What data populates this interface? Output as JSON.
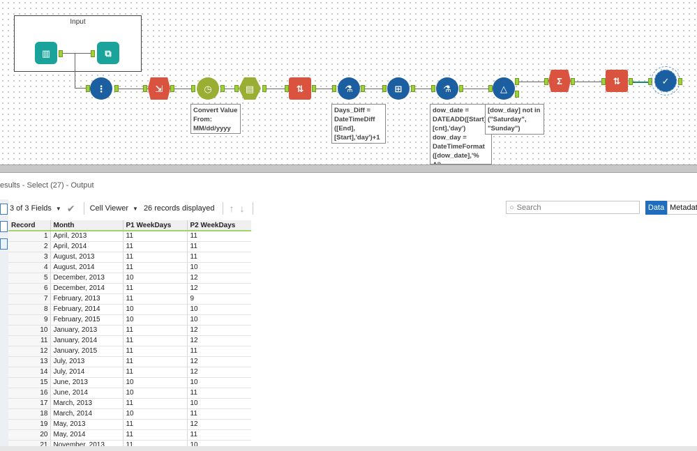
{
  "canvas": {
    "container_title": "Input",
    "annotations": {
      "convert": "Convert Value\nFrom:\nMM/dd/yyyy",
      "days_diff": "Days_Diff =\nDateTimeDiff\n([End],\n[Start],'day')+1",
      "dow": "dow_date =\nDATEADD([Start],\n[cnt],'day')\ndow_day =\nDateTimeFormat\n([dow_date],'%\nA')",
      "filter": "[dow_day] not in\n(\"Saturday\",\n\"Sunday\")"
    }
  },
  "results": {
    "header": "esults - Select (27) - Output",
    "fields_label": "3 of 3 Fields",
    "viewer_label": "Cell Viewer",
    "records_label": "26 records displayed",
    "search_placeholder": "Search",
    "data_tab": "Data",
    "metadata_tab": "Metadata",
    "columns": [
      "Record",
      "Month",
      "P1 WeekDays",
      "P2 WeekDays"
    ],
    "rows": [
      [
        "1",
        "April, 2013",
        "11",
        "11"
      ],
      [
        "2",
        "April, 2014",
        "11",
        "11"
      ],
      [
        "3",
        "August, 2013",
        "11",
        "11"
      ],
      [
        "4",
        "August, 2014",
        "11",
        "10"
      ],
      [
        "5",
        "December, 2013",
        "10",
        "12"
      ],
      [
        "6",
        "December, 2014",
        "11",
        "12"
      ],
      [
        "7",
        "February, 2013",
        "11",
        "9"
      ],
      [
        "8",
        "February, 2014",
        "10",
        "10"
      ],
      [
        "9",
        "February, 2015",
        "10",
        "10"
      ],
      [
        "10",
        "January, 2013",
        "11",
        "12"
      ],
      [
        "11",
        "January, 2014",
        "11",
        "12"
      ],
      [
        "12",
        "January, 2015",
        "11",
        "11"
      ],
      [
        "13",
        "July, 2013",
        "11",
        "12"
      ],
      [
        "14",
        "July, 2014",
        "11",
        "12"
      ],
      [
        "15",
        "June, 2013",
        "10",
        "10"
      ],
      [
        "16",
        "June, 2014",
        "10",
        "11"
      ],
      [
        "17",
        "March, 2013",
        "11",
        "10"
      ],
      [
        "18",
        "March, 2014",
        "10",
        "11"
      ],
      [
        "19",
        "May, 2013",
        "11",
        "12"
      ],
      [
        "20",
        "May, 2014",
        "11",
        "11"
      ],
      [
        "21",
        "November, 2013",
        "11",
        "10"
      ]
    ]
  }
}
